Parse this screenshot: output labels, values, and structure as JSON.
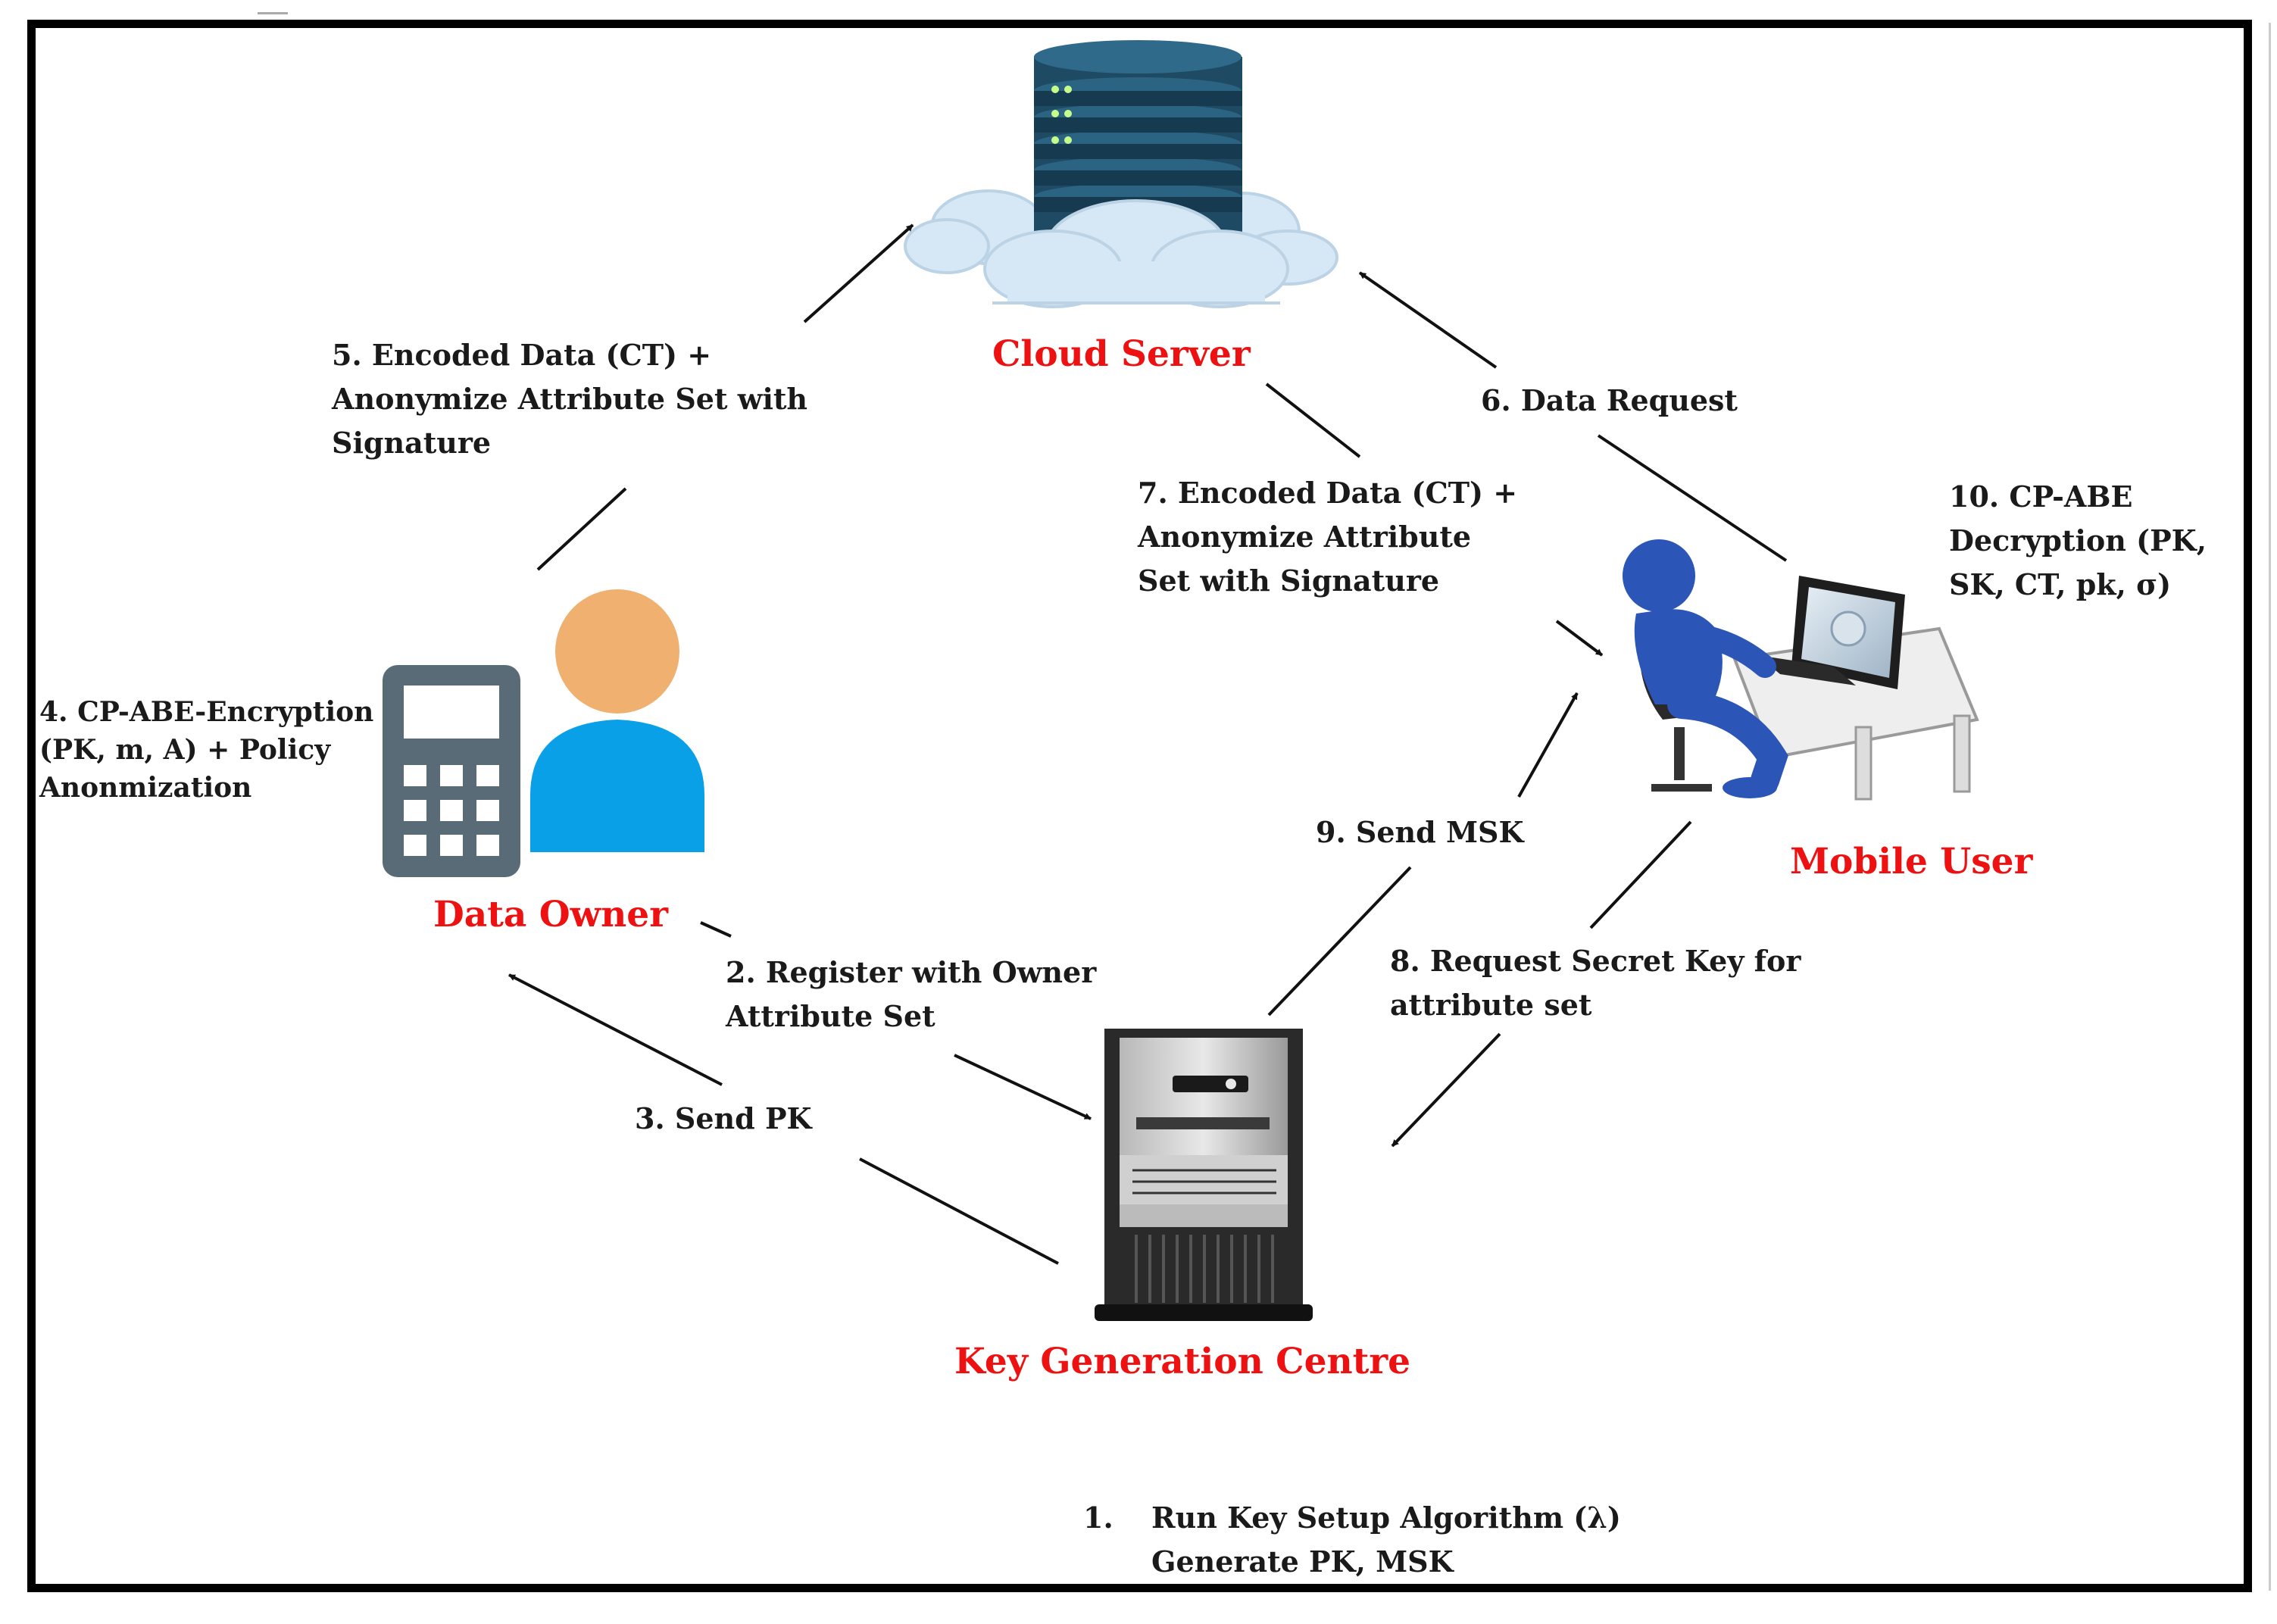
{
  "nodes": {
    "cloud_server": "Cloud Server",
    "data_owner": "Data Owner",
    "mobile_user": "Mobile User",
    "key_generation_centre": "Key Generation Centre"
  },
  "edges": {
    "step1": {
      "number": "1.",
      "lines": [
        "Run Key Setup Algorithm (λ)",
        "Generate PK, MSK"
      ]
    },
    "step2": {
      "lines": [
        "2. Register with Owner",
        "Attribute Set"
      ]
    },
    "step3": {
      "lines": [
        "3. Send PK"
      ]
    },
    "step4": {
      "lines": [
        "4. CP-ABE-Encryption",
        "(PK, m, A) + Policy",
        "Anonmization"
      ]
    },
    "step5": {
      "lines": [
        "5. Encoded Data (CT) +",
        "Anonymize Attribute Set with",
        "Signature"
      ]
    },
    "step6": {
      "lines": [
        "6. Data Request"
      ]
    },
    "step7": {
      "lines": [
        "7. Encoded Data (CT) +",
        "Anonymize Attribute",
        "Set with Signature"
      ]
    },
    "step8": {
      "lines": [
        "8. Request Secret Key for",
        "attribute set"
      ]
    },
    "step9": {
      "lines": [
        "9. Send MSK"
      ]
    },
    "step10": {
      "lines": [
        "10. CP-ABE",
        "Decryption (PK,",
        "SK, CT, pk, σ)"
      ]
    }
  },
  "colors": {
    "node_label": "#ee1111",
    "edge_text": "#1a1a1a",
    "server_stack": "#1e4a63",
    "cloud": "#d6e8f5",
    "person_head": "#f0b070",
    "person_body": "#0aa0e8",
    "phone": "#5a6b78",
    "user_figure": "#2c55b8",
    "tower": "#2a2a2a"
  },
  "icons": [
    "database-cloud-icon",
    "owner-phone-person-icon",
    "mobile-user-computer-icon",
    "server-tower-icon"
  ]
}
